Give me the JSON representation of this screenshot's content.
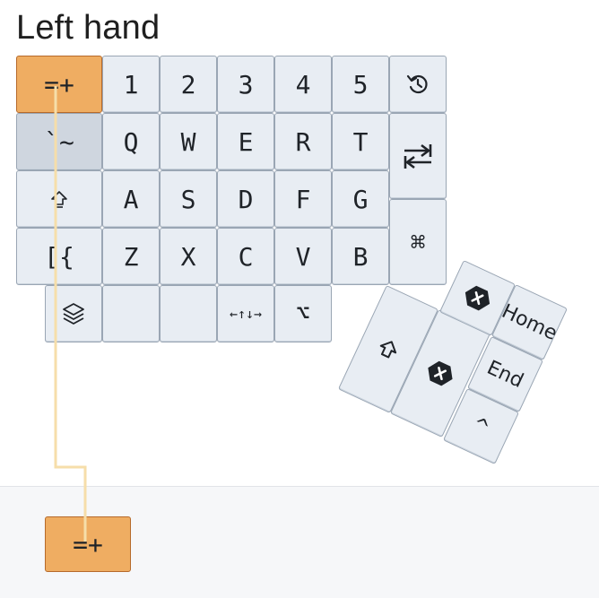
{
  "title": "Left hand",
  "colors": {
    "key_bg": "#e8edf3",
    "key_border": "#9aa6b4",
    "selected_bg": "#efad62",
    "selected_border": "#b66a2b",
    "hover_bg": "#cfd6df",
    "wire": "#f6deaa",
    "tray_bg": "#f6f7f9"
  },
  "rows": [
    [
      "=+",
      "1",
      "2",
      "3",
      "4",
      "5"
    ],
    [
      "`~",
      "Q",
      "W",
      "E",
      "R",
      "T"
    ],
    [
      "shift-icon",
      "A",
      "S",
      "D",
      "F",
      "G"
    ],
    [
      "[{",
      "Z",
      "X",
      "C",
      "V",
      "B"
    ],
    [
      "layers-icon",
      "",
      "",
      "←↑↓→",
      "⌥"
    ]
  ],
  "right_column": [
    "reset-icon",
    "tab-arrows-icon",
    "⌘"
  ],
  "thumb_cluster": {
    "shift": "shift-icon",
    "backspace_large": "backspace-icon",
    "backspace_small": "backspace-icon",
    "home": "Home",
    "end": "End",
    "ctrl": "^"
  },
  "tray": {
    "key_label": "=+"
  }
}
